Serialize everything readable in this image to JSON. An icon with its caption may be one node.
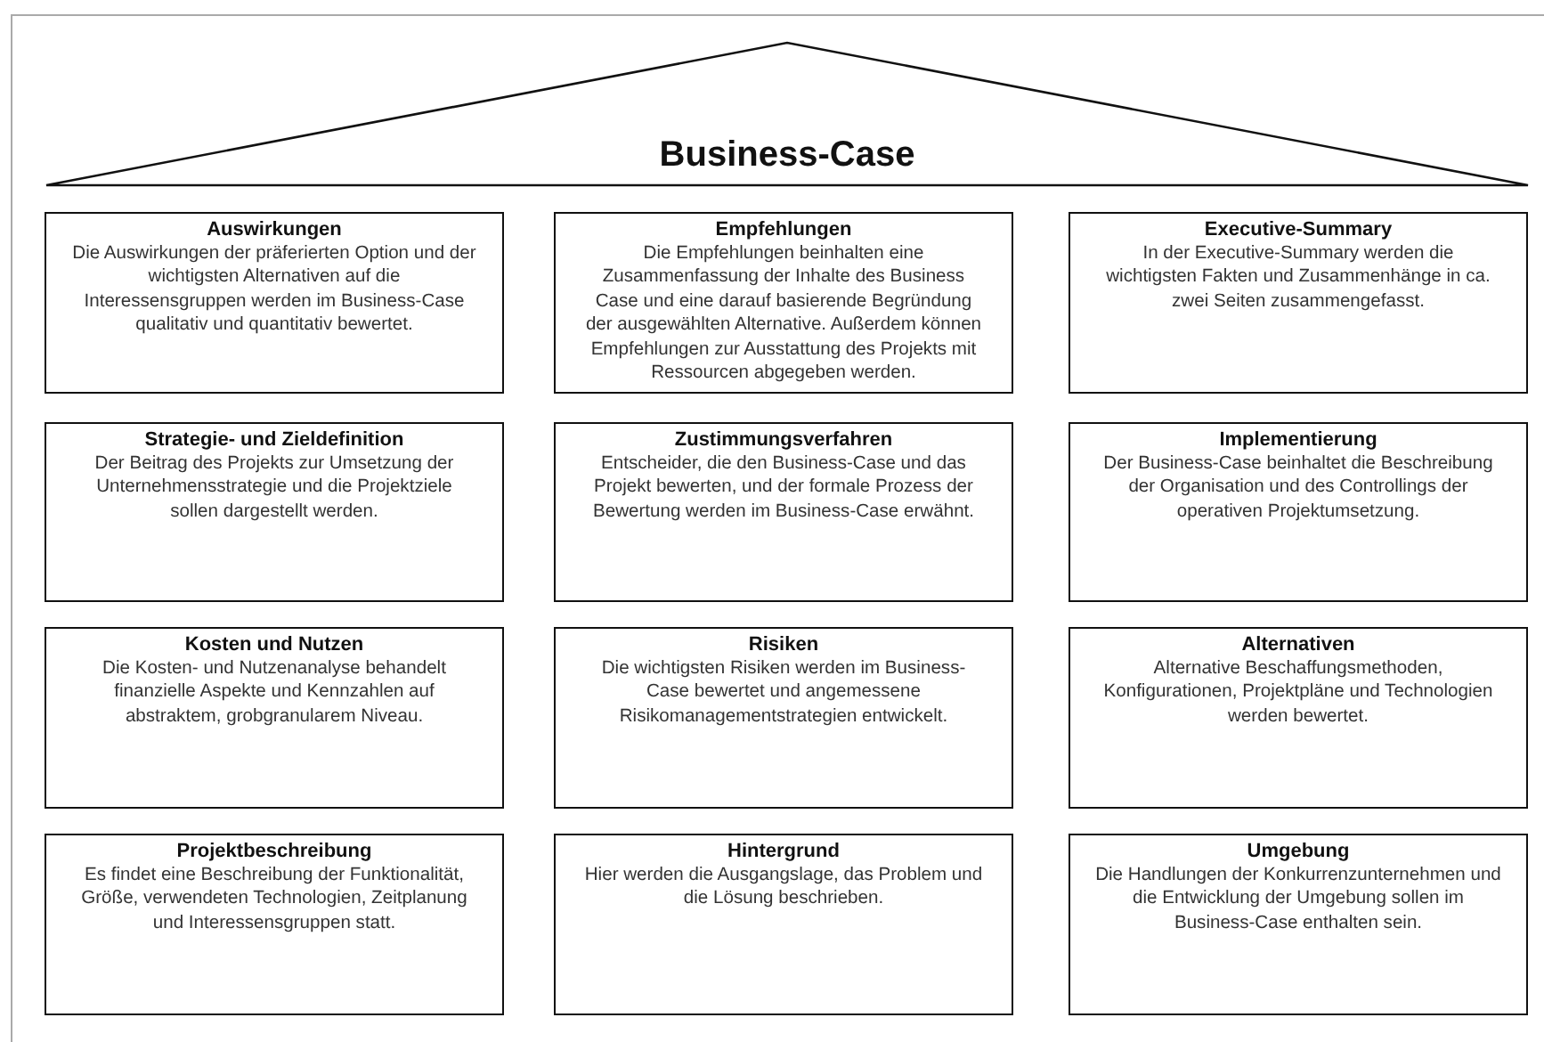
{
  "diagram": {
    "nodes": [
      {
        "text": [
          "Business-Case"
        ]
      },
      {
        "text": [
          "Auswirkungen",
          "Die Auswirkungen der präferierten Option und der wichtigsten Alternativen auf die Interessensgruppen werden im Business-Case qualitativ und quantitativ bewertet."
        ]
      },
      {
        "text": [
          "Empfehlungen",
          "Die Empfehlungen beinhalten eine Zusammenfassung der Inhalte des Business Case und eine darauf basierende Begründung der ausgewählten Alternative. Außerdem können Empfehlungen zur Ausstattung des Projekts mit Ressourcen abgegeben werden."
        ]
      },
      {
        "text": [
          "Executive-Summary",
          "In der Executive-Summary werden die wichtigsten Fakten und Zusammenhänge in ca. zwei Seiten zusammengefasst."
        ]
      },
      {
        "text": [
          "Strategie- und Zieldefinition",
          "Der Beitrag des Projekts zur Umsetzung der Unternehmensstrategie und die Projektziele sollen dargestellt werden."
        ]
      },
      {
        "text": [
          "Zustimmungsverfahren",
          "Entscheider, die den Business-Case und das Projekt bewerten, und der formale Prozess der Bewertung werden im Business-Case erwähnt."
        ]
      },
      {
        "text": [
          "Implementierung",
          "Der Business-Case beinhaltet die Beschreibung der Organisation und des Controllings der operativen Projektumsetzung."
        ]
      },
      {
        "text": [
          "Kosten und Nutzen",
          "Die Kosten- und Nutzenanalyse behandelt finanzielle Aspekte und Kennzahlen auf abstraktem, grobgranularem Niveau."
        ]
      },
      {
        "text": [
          "Risiken",
          "Die wichtigsten Risiken werden im Business-Case bewertet und angemessene Risikomanagementstrategien entwickelt."
        ]
      },
      {
        "text": [
          "Alternativen",
          "Alternative Beschaffungsmethoden, Konfigurationen, Projektpläne und Technologien werden bewertet."
        ]
      },
      {
        "text": [
          "Projektbeschreibung",
          "Es findet eine Beschreibung der Funktionalität, Größe, verwendeten Technologien, Zeitplanung und Interessensgruppen statt."
        ]
      },
      {
        "text": [
          "Hintergrund",
          "Hier werden die Ausgangslage, das Problem und die Lösung beschrieben."
        ]
      },
      {
        "text": [
          "Umgebung",
          "Die Handlungen der Konkurrenzunternehmen und die Entwicklung der Umgebung sollen im Business-Case enthalten sein."
        ]
      }
    ]
  }
}
